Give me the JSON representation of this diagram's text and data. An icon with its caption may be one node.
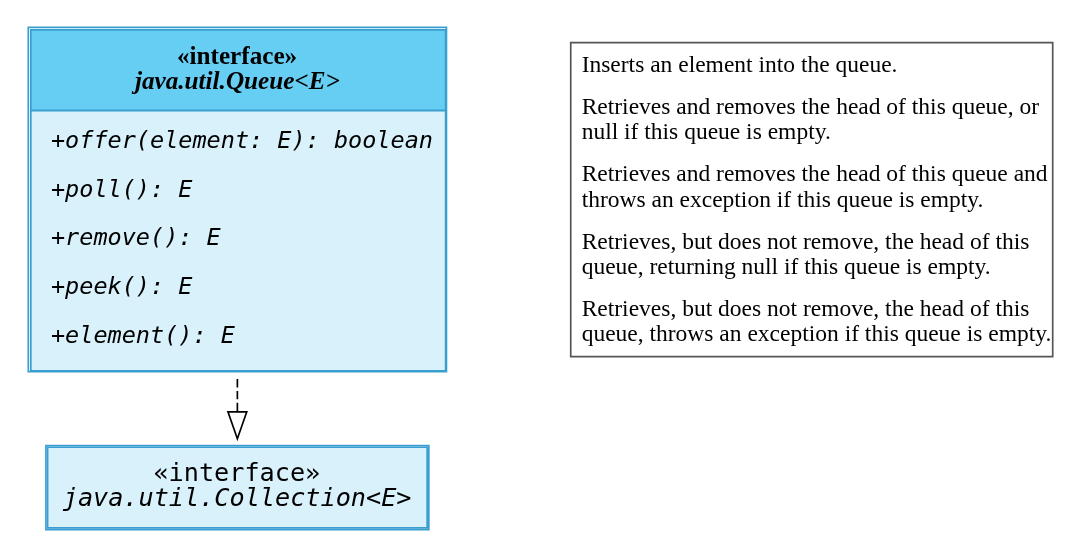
{
  "diagram": {
    "nodes": [
      {
        "text": [
          "«interface»",
          "java.util.Collection<E>"
        ]
      },
      {
        "text": [
          "«interface»",
          "java.util.Queue<E>",
          "+offer(element: E): boolean",
          "+poll(): E",
          "+remove(): E",
          "+peek(): E",
          "+element(): E"
        ]
      },
      {
        "text": [
          "Inserts an element into the queue.",
          "Retrieves and removes the head of this queue, or null if this queue is empty.",
          "Retrieves and removes the head of this queue and throws an exception if this queue is empty.",
          "Retrieves, but does not remove, the head of this queue, returning null if this queue is empty.",
          "Retrieves, but does not remove, the head of this queue, throws an exception if this queue is empty."
        ]
      }
    ],
    "edges": [
      {
        "from": 1,
        "to": 0,
        "arrow": "to",
        "style": "dashed"
      }
    ]
  }
}
